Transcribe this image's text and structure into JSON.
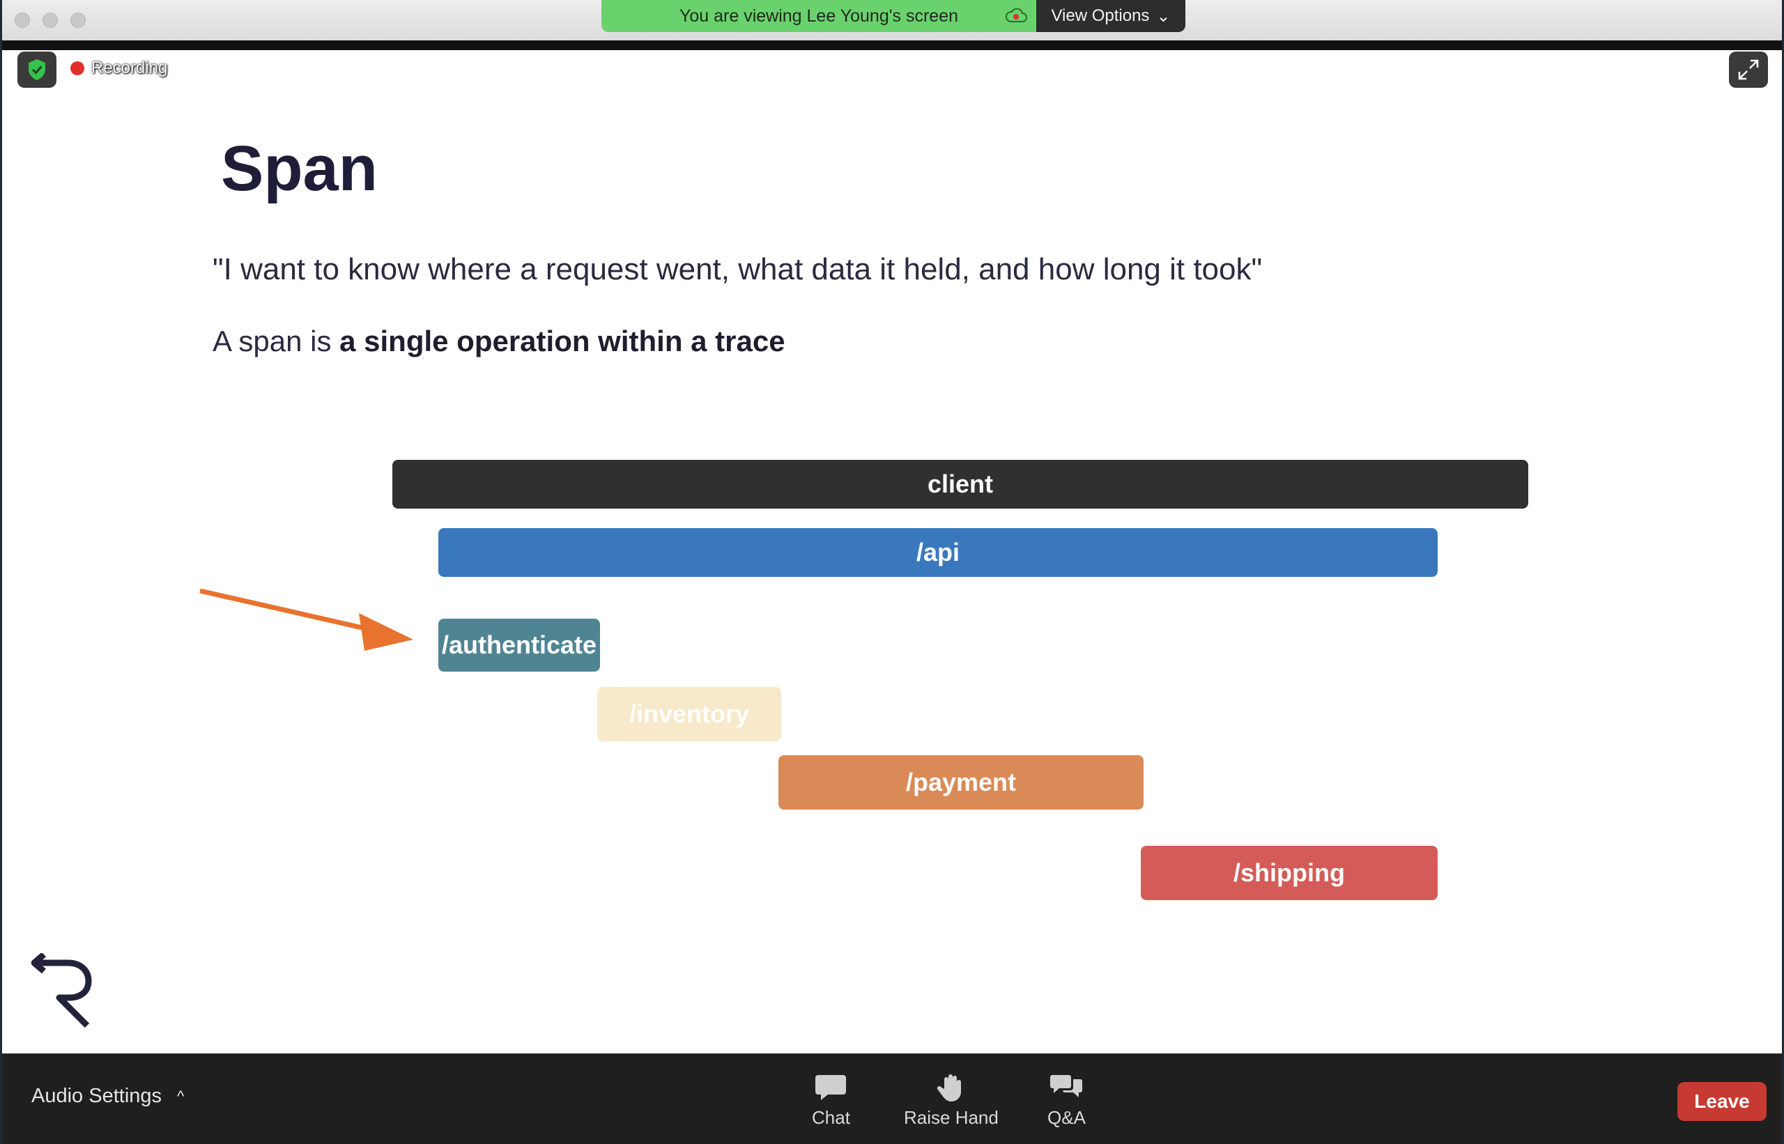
{
  "titlebar": {
    "banner_text": "You are viewing Lee Young's screen",
    "view_options_label": "View Options",
    "view_options_caret": "⌄"
  },
  "overlay": {
    "recording_label": "Recording"
  },
  "slide": {
    "title": "Span",
    "quote": "\"I want to know where a request went, what data it held, and how long it took\"",
    "definition_prefix": "A span is ",
    "definition_bold": "a single operation within a trace"
  },
  "spans": [
    {
      "label": "client",
      "color": "#303030",
      "opacity": 1
    },
    {
      "label": "/api",
      "color": "#3a78bd",
      "opacity": 1
    },
    {
      "label": "/authenticate",
      "color": "#4f8593",
      "opacity": 1
    },
    {
      "label": "/inventory",
      "color": "#f3dca8",
      "opacity": 0.6
    },
    {
      "label": "/payment",
      "color": "#d98a57",
      "opacity": 1
    },
    {
      "label": "/shipping",
      "color": "#d45b57",
      "opacity": 1
    }
  ],
  "arrow_color": "#e8732f",
  "toolbar": {
    "audio_label": "Audio Settings",
    "audio_caret": "^",
    "chat_label": "Chat",
    "raise_hand_label": "Raise Hand",
    "qa_label": "Q&A",
    "leave_label": "Leave"
  },
  "icons": [
    "shield-check-icon",
    "fullscreen-icon",
    "cloud-icon",
    "chat-icon",
    "raise-hand-icon",
    "qa-icon",
    "return-logo-icon"
  ]
}
